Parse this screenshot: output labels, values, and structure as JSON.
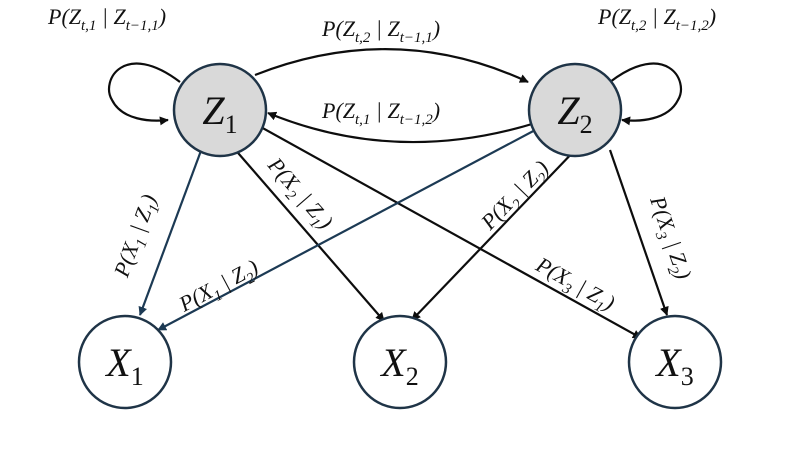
{
  "diagram": {
    "hidden_states": {
      "z1": {
        "letter": "Z",
        "index": "1"
      },
      "z2": {
        "letter": "Z",
        "index": "2"
      }
    },
    "observations": {
      "x1": {
        "letter": "X",
        "index": "1"
      },
      "x2": {
        "letter": "X",
        "index": "2"
      },
      "x3": {
        "letter": "X",
        "index": "3"
      }
    },
    "transitions": {
      "self_z1": {
        "pre": "P(Z",
        "sub1": "t,1",
        "mid": " | Z",
        "sub2": "t−1,1",
        "post": ")"
      },
      "self_z2": {
        "pre": "P(Z",
        "sub1": "t,2",
        "mid": " | Z",
        "sub2": "t−1,2",
        "post": ")"
      },
      "z1_to_z2": {
        "pre": "P(Z",
        "sub1": "t,2",
        "mid": " | Z",
        "sub2": "t−1,1",
        "post": ")"
      },
      "z2_to_z1": {
        "pre": "P(Z",
        "sub1": "t,1",
        "mid": " | Z",
        "sub2": "t−1,2",
        "post": ")"
      }
    },
    "emissions": {
      "x1_z1": {
        "pre": "P(X",
        "sub1": "1",
        "mid": " | Z",
        "sub2": "1",
        "post": ")"
      },
      "x2_z1": {
        "pre": "P(X",
        "sub1": "2",
        "mid": " | Z",
        "sub2": "1",
        "post": ")"
      },
      "x3_z1": {
        "pre": "P(X",
        "sub1": "3",
        "mid": " | Z",
        "sub2": "1",
        "post": ")"
      },
      "x1_z2": {
        "pre": "P(X",
        "sub1": "1",
        "mid": " | Z",
        "sub2": "2",
        "post": ")"
      },
      "x2_z2": {
        "pre": "P(X",
        "sub1": "2",
        "mid": " | Z",
        "sub2": "2",
        "post": ")"
      },
      "x3_z2": {
        "pre": "P(X",
        "sub1": "3",
        "mid": " | Z",
        "sub2": "2",
        "post": ")"
      }
    },
    "colors": {
      "hidden_fill": "#d9d9d9",
      "node_stroke": "#1f3447",
      "edge": "#0d0d0d",
      "edge_dark": "#1c3a54"
    }
  }
}
